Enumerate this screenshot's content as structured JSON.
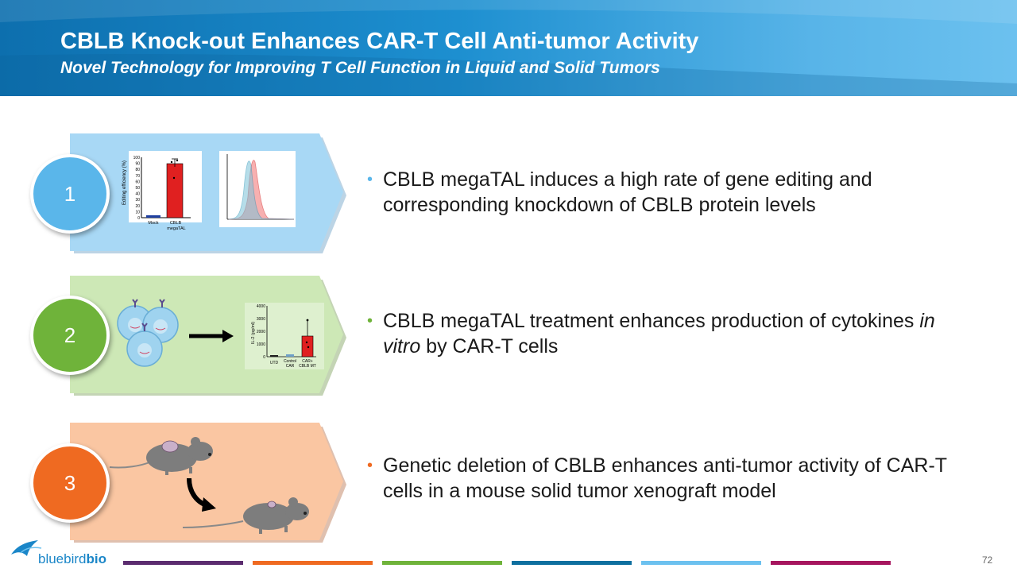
{
  "header": {
    "title": "CBLB Knock-out Enhances CAR-T Cell Anti-tumor Activity",
    "subtitle": "Novel Technology for Improving T Cell Function in Liquid and Solid Tumors"
  },
  "steps": [
    {
      "number": "1",
      "color": "#5ab6ea",
      "panel_color": "#a8d8f5",
      "text": "CBLB megaTAL induces a high rate of gene editing and corresponding knockdown of CBLB protein levels",
      "figure": {
        "ylabel": "Editing efficiency (%)",
        "yticks": [
          "100",
          "90",
          "80",
          "70",
          "60",
          "50",
          "40",
          "30",
          "20",
          "10",
          "0"
        ],
        "categories": [
          "Mock",
          "CBLB megaTAL"
        ],
        "values": [
          2,
          88
        ]
      }
    },
    {
      "number": "2",
      "color": "#6fb33a",
      "panel_color": "#cde8b6",
      "text_before": "CBLB megaTAL treatment enhances production of cytokines ",
      "text_italic": "in vitro",
      "text_after": " by CAR-T cells",
      "figure": {
        "ylabel": "IL-2 (pg/ml)",
        "yticks": [
          "4000",
          "3000",
          "2000",
          "1000",
          "0"
        ],
        "categories": [
          "UTD",
          "Control CAR",
          "CAR+ CBLB MT"
        ],
        "values": [
          50,
          100,
          1600
        ]
      }
    },
    {
      "number": "3",
      "color": "#ef6a21",
      "panel_color": "#fac6a2",
      "text": "Genetic deletion of CBLB enhances anti-tumor activity of CAR-T cells in a mouse solid tumor xenograft model"
    }
  ],
  "footer": {
    "logo_text_a": "bluebird",
    "logo_text_b": "bio",
    "page_number": "72",
    "stripe_colors": [
      "#5b2c6f",
      "#ef6a21",
      "#6fb33a",
      "#0e6f9f",
      "#6cc1ef",
      "#a6155e"
    ]
  }
}
